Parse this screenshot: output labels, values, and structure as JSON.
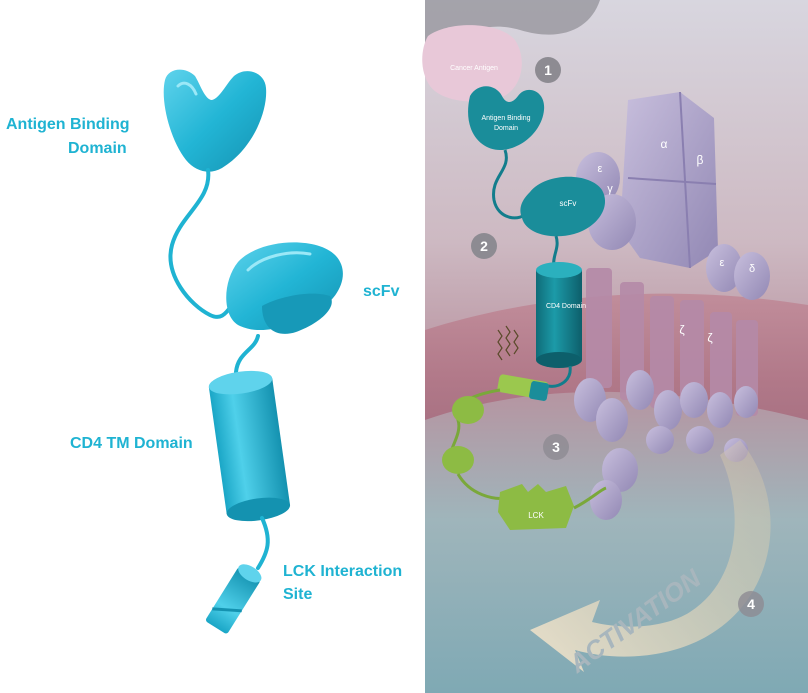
{
  "left_panel": {
    "labels": {
      "antigen_binding_line1": "Antigen Binding",
      "antigen_binding_line2": "Domain",
      "scfv": "scFv",
      "cd4_tm": "CD4 TM Domain",
      "lck_line1": "LCK Interaction",
      "lck_line2": "Site"
    }
  },
  "right_panel": {
    "labels": {
      "cancer_antigen": "Cancer Antigen",
      "antigen_binding_line1": "Antigen Binding",
      "antigen_binding_line2": "Domain",
      "scfv": "scFv",
      "cd4_domain": "CD4 Domain",
      "lck": "LCK",
      "activation": "ACTIVATION",
      "alpha": "α",
      "beta": "β",
      "gamma": "γ",
      "epsilon_1": "ε",
      "epsilon_2": "ε",
      "delta": "δ",
      "zeta_1": "ζ",
      "zeta_2": "ζ"
    },
    "steps": [
      "1",
      "2",
      "3",
      "4"
    ]
  },
  "colors": {
    "construct_cyan": "#1fb3d2",
    "construct_teal": "#127d8c",
    "tcr_lavender": "#a69bc4",
    "lck_green": "#8dbb44",
    "membrane_pink": "#b46a80",
    "step_circle": "#8d8b92"
  }
}
